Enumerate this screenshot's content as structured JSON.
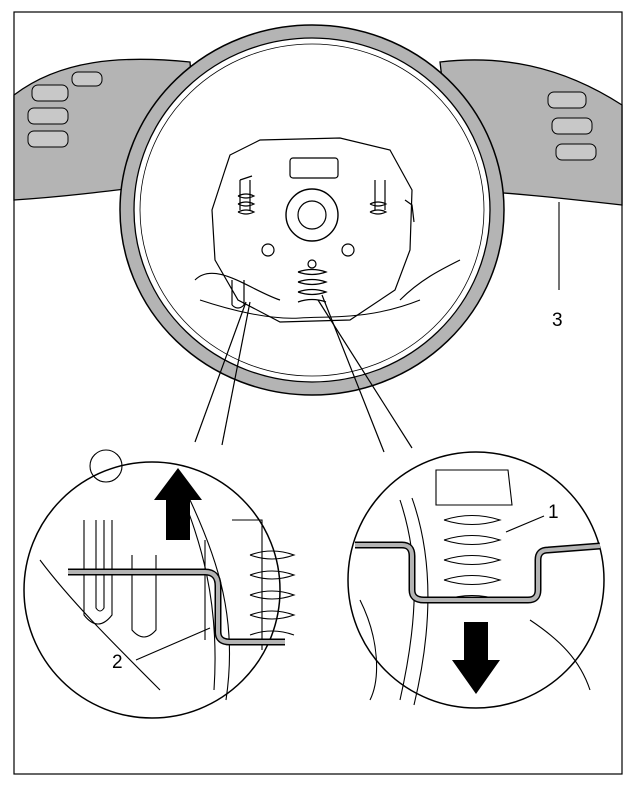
{
  "callouts": [
    {
      "id": "1",
      "label": "1"
    },
    {
      "id": "2",
      "label": "2"
    },
    {
      "id": "3",
      "label": "3"
    }
  ],
  "colors": {
    "line": "#000000",
    "fill_grey": "#b4b4b4",
    "background": "#ffffff"
  },
  "arrows": {
    "left_detail": "up",
    "right_detail": "down"
  }
}
